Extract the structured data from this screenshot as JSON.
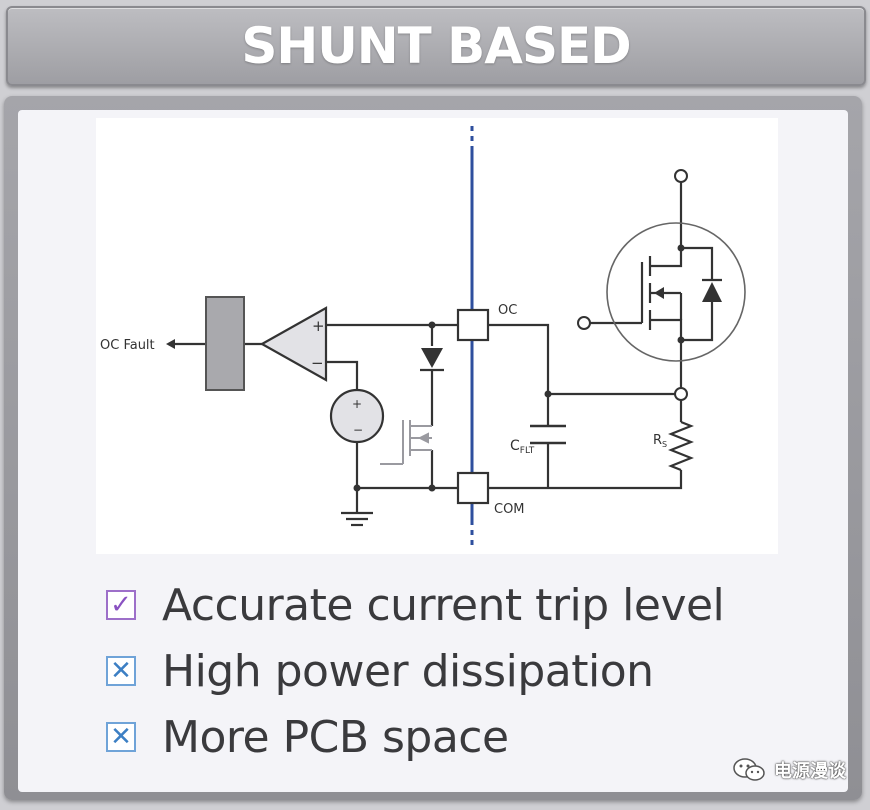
{
  "title": "SHUNT BASED",
  "diagram": {
    "labels": {
      "oc_fault": "OC Fault",
      "oc": "OC",
      "com": "COM",
      "cflt_main": "C",
      "cflt_sub": "FLT",
      "rs_main": "R",
      "rs_sub": "S",
      "plus": "+",
      "minus": "−",
      "src_plus": "+",
      "src_minus": "−"
    }
  },
  "bullets": [
    {
      "icon": "check-icon",
      "glyph": "✓",
      "text": "Accurate current trip level"
    },
    {
      "icon": "cross-icon",
      "glyph": "✕",
      "text": "High power dissipation"
    },
    {
      "icon": "cross-icon",
      "glyph": "✕",
      "text": "More PCB space"
    }
  ],
  "watermark": {
    "icon": "wechat-icon",
    "text": "电源漫谈"
  },
  "colors": {
    "title_text": "#ffffff",
    "wire": "#333333",
    "divider": "#2e4f9e",
    "check": "#8a52c2",
    "cross": "#3c7fc4",
    "comparator_fill": "#e2e2e6",
    "block_fill": "#a9a9ad"
  }
}
